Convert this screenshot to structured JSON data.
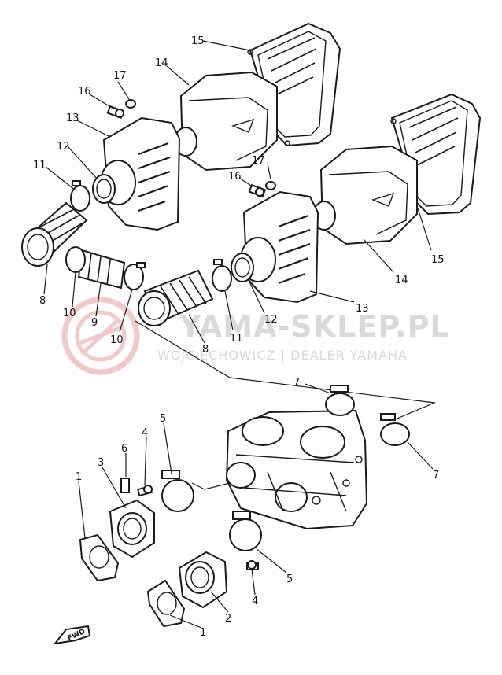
{
  "watermark": {
    "title": "YAMA-SKLEP.PL",
    "subtitle": "WOJCIECHOWICZ | DEALER YAMAHA",
    "logo_color": "#f2c9c9",
    "text_color": "#d9d9d9"
  },
  "direction_marker": {
    "label": "FWD",
    "icon": "forward-arrow-icon"
  },
  "callouts": [
    {
      "id": "c15a",
      "text": "15"
    },
    {
      "id": "c14a",
      "text": "14"
    },
    {
      "id": "c17a",
      "text": "17"
    },
    {
      "id": "c16a",
      "text": "16"
    },
    {
      "id": "c13a",
      "text": "13"
    },
    {
      "id": "c12a",
      "text": "12"
    },
    {
      "id": "c11a",
      "text": "11"
    },
    {
      "id": "c17b",
      "text": "17"
    },
    {
      "id": "c16b",
      "text": "16"
    },
    {
      "id": "c15b",
      "text": "15"
    },
    {
      "id": "c14b",
      "text": "14"
    },
    {
      "id": "c13b",
      "text": "13"
    },
    {
      "id": "c12b",
      "text": "12"
    },
    {
      "id": "c11b",
      "text": "11"
    },
    {
      "id": "c8a",
      "text": "8"
    },
    {
      "id": "c10a",
      "text": "10"
    },
    {
      "id": "c9",
      "text": "9"
    },
    {
      "id": "c10b",
      "text": "10"
    },
    {
      "id": "c8b",
      "text": "8"
    },
    {
      "id": "c7a",
      "text": "7"
    },
    {
      "id": "c7b",
      "text": "7"
    },
    {
      "id": "c6",
      "text": "6"
    },
    {
      "id": "c4a",
      "text": "4"
    },
    {
      "id": "c5a",
      "text": "5"
    },
    {
      "id": "c3",
      "text": "3"
    },
    {
      "id": "c1a",
      "text": "1"
    },
    {
      "id": "c5b",
      "text": "5"
    },
    {
      "id": "c4b",
      "text": "4"
    },
    {
      "id": "c2",
      "text": "2"
    },
    {
      "id": "c1b",
      "text": "1"
    }
  ]
}
